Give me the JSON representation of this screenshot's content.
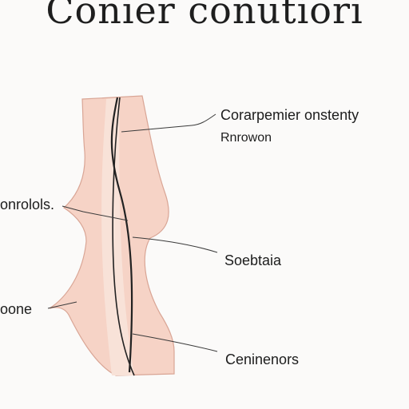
{
  "title": "Conier conutiori",
  "labels": {
    "top_right": "Corarpemier onstenty",
    "top_right_sub": "Rnrowon",
    "left_upper": "onrolols.",
    "middle_right": "Soebtaia",
    "left_lower": "oone",
    "bottom_right": "Ceninenors"
  },
  "colors": {
    "tissue_fill": "#f6d3c6",
    "tissue_stroke": "#d9a595",
    "vein": "#222222",
    "leader_line": "#3a3a3a",
    "background": "#fbfaf9"
  }
}
